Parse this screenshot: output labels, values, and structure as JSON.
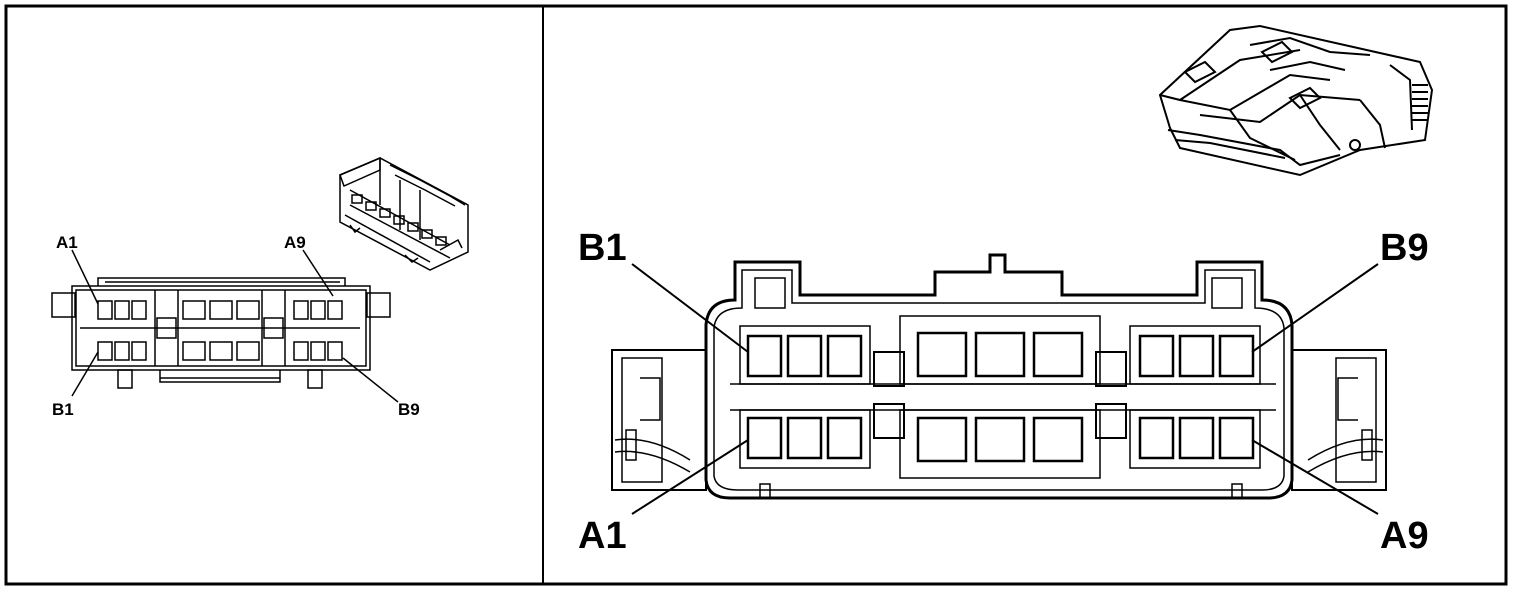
{
  "left_view": {
    "labels": {
      "a1": "A1",
      "a9": "A9",
      "b1": "B1",
      "b9": "B9"
    }
  },
  "right_view": {
    "labels": {
      "a1": "A1",
      "a9": "A9",
      "b1": "B1",
      "b9": "B9"
    }
  }
}
